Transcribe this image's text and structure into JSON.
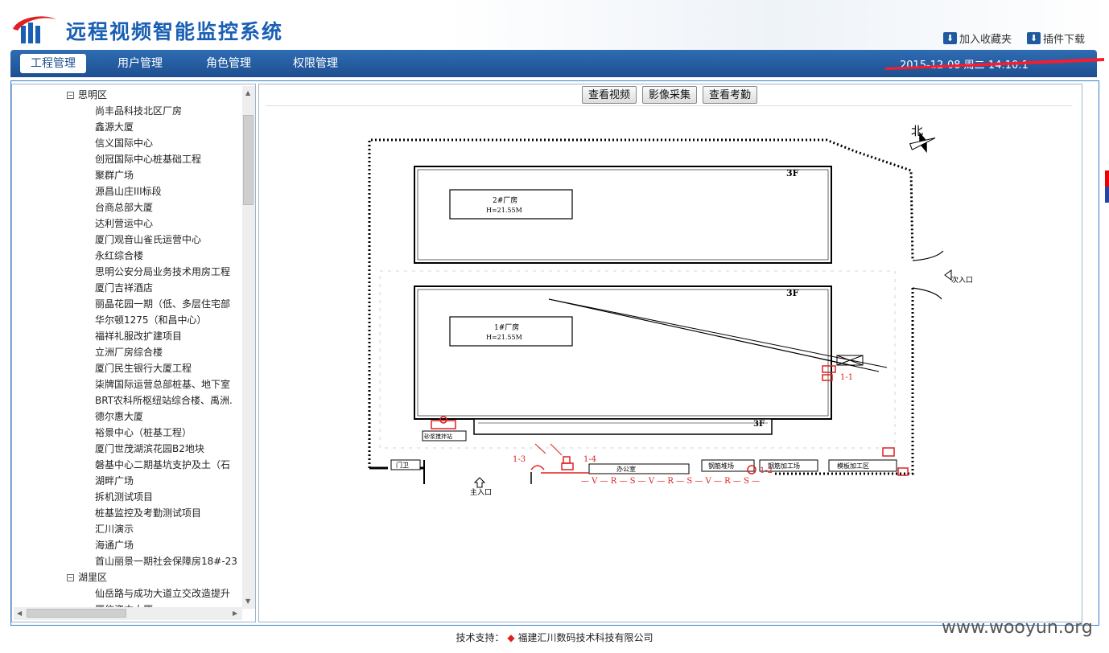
{
  "app": {
    "title": "远程视频智能监控系统"
  },
  "header_links": [
    {
      "label": "加入收藏夹",
      "icon": "download-icon"
    },
    {
      "label": "插件下载",
      "icon": "download-icon"
    }
  ],
  "nav": {
    "items": [
      "工程管理",
      "用户管理",
      "角色管理",
      "权限管理"
    ],
    "active": "工程管理",
    "datetime": "2015-12-08 周二 14:10:1"
  },
  "tree": {
    "districts": [
      {
        "name": "思明区",
        "expanded": true,
        "sites": [
          "尚丰品科技北区厂房",
          "鑫源大厦",
          "信义国际中心",
          "创冠国际中心桩基础工程",
          "聚群广场",
          "源昌山庄III标段",
          "台商总部大厦",
          "达利营运中心",
          "厦门观音山雀氏运营中心",
          "永红综合楼",
          "思明公安分局业务技术用房工程",
          "厦门吉祥酒店",
          "丽晶花园一期（低、多层住宅部",
          "华尔顿1275（和昌中心）",
          "福祥礼服改扩建项目",
          "立洲厂房综合楼",
          "厦门民生银行大厦工程",
          "柒牌国际运营总部桩基、地下室",
          "BRT农科所枢纽站综合楼、禹洲.",
          "德尔惠大厦",
          "裕景中心（桩基工程）",
          "厦门世茂湖滨花园B2地块",
          "磐基中心二期基坑支护及土（石",
          "湖畔广场",
          "拆机测试项目",
          "桩基监控及考勤测试项目",
          "汇川演示",
          "海通广场",
          "首山丽景一期社会保障房18#-23"
        ]
      },
      {
        "name": "湖里区",
        "expanded": true,
        "sites": [
          "仙岳路与成功大道立交改造提升",
          "厦信资本大厦"
        ]
      }
    ]
  },
  "toolbar": {
    "view_video": "查看视频",
    "image_capture": "影像采集",
    "attendance": "查看考勤"
  },
  "plan": {
    "north": "北",
    "buildings": [
      {
        "name": "2#厂房",
        "height": "H=21.55M",
        "floors": "3F"
      },
      {
        "name": "1#厂房",
        "height": "H=21.55M",
        "floors": "3F"
      }
    ],
    "annex_floors": "3F",
    "labels": {
      "secondary_entrance": "次入口",
      "main_entrance": "主入口",
      "gate": "门卫",
      "mixing_station": "砂浆搅拌站",
      "office": "办公室",
      "rebar_stack": "钢筋堆场",
      "rebar_process": "钢筋加工场",
      "formwork_process": "模板加工区"
    },
    "cameras": [
      "1-1",
      "1-2",
      "1-3",
      "1-4"
    ],
    "fence_label": "— V — R — S — V — R — S — V — R — S —"
  },
  "footer": {
    "label": "技术支持：",
    "company": "福建汇川数码技术科技有限公司"
  },
  "watermark": "www.wooyun.org",
  "colors": {
    "brand": "#1a5fb4",
    "nav": "#1d4f91",
    "camera": "#e02020"
  }
}
